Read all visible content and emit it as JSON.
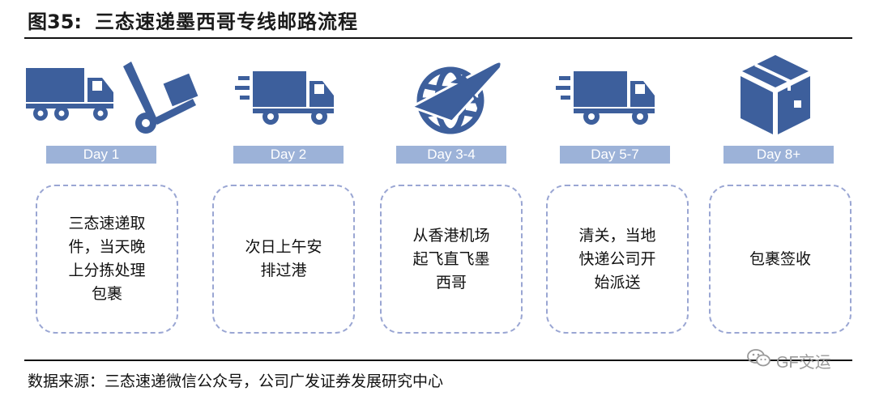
{
  "header": {
    "figure_label": "图35:",
    "title": "三态速递墨西哥专线邮路流程"
  },
  "stages": [
    {
      "day": "Day 1",
      "text": [
        "三态速递取",
        "件，当天晚",
        "上分拣处理",
        "包裹"
      ],
      "icon": "truck-and-hand-truck-icon"
    },
    {
      "day": "Day 2",
      "text": [
        "次日上午安",
        "排过港"
      ],
      "icon": "fast-truck-icon"
    },
    {
      "day": "Day 3-4",
      "text": [
        "从香港机场",
        "起飞直飞墨",
        "西哥"
      ],
      "icon": "globe-airplane-icon"
    },
    {
      "day": "Day 5-7",
      "text": [
        "清关，当地",
        "快递公司开",
        "始派送"
      ],
      "icon": "fast-truck-icon"
    },
    {
      "day": "Day 8+",
      "text": [
        "包裹签收"
      ],
      "icon": "package-box-icon"
    }
  ],
  "footer": {
    "source": "数据来源：三态速递微信公众号，公司广发证券发展研究中心",
    "watermark": "GF交运"
  },
  "colors": {
    "icon": "#3d5f9c",
    "day_bar": "#9cb2d8",
    "box_border": "#9aa6d3"
  }
}
